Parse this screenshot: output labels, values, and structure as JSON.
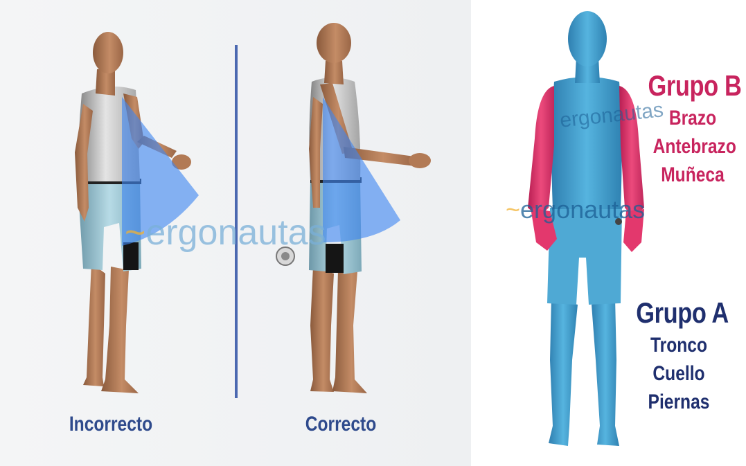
{
  "panels": {
    "left": {
      "label": "Incorrecto"
    },
    "center": {
      "label": "Correcto"
    }
  },
  "groups": {
    "b": {
      "title": "Grupo B",
      "items": [
        "Brazo",
        "Antebrazo",
        "Muñeca"
      ],
      "color": "#c8245e"
    },
    "a": {
      "title": "Grupo A",
      "items": [
        "Tronco",
        "Cuello",
        "Piernas"
      ],
      "color": "#1f2f6e"
    }
  },
  "watermark": {
    "text": "ergonautas",
    "tilde": "~"
  },
  "colors": {
    "skin": "#b9825e",
    "shirt": "#c9c9c9",
    "shorts": "#a9cfdc",
    "angle_wedge": "#3f86f0",
    "divider": "#4b68b0",
    "mannequin_body": "#3f9cc9",
    "highlight_arms": "#e0326a"
  }
}
